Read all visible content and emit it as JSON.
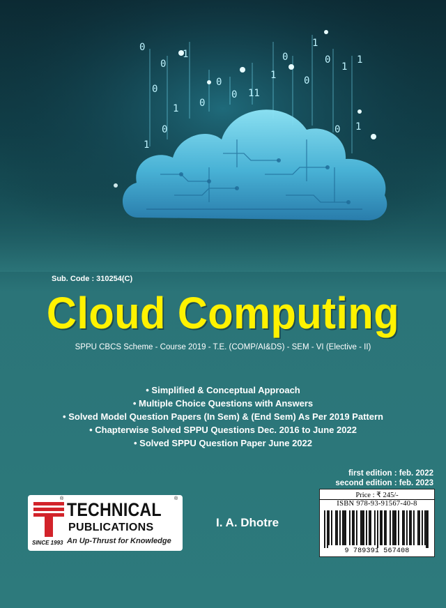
{
  "cover": {
    "sub_code": "Sub. Code : 310254(C)",
    "title": "Cloud Computing",
    "scheme": "SPPU CBCS Scheme - Course 2019 - T.E. (COMP/AI&DS) - SEM - VI (Elective - II)",
    "features": [
      "Simplified & Conceptual Approach",
      "Multiple Choice Questions with Answers",
      "Solved Model Question Papers (In Sem) & (End Sem) As Per 2019 Pattern",
      "Chapterwise Solved SPPU Questions Dec. 2016 to June 2022",
      "Solved SPPU Question Paper June 2022"
    ],
    "author": "I. A. Dhotre",
    "first_edition": "first edition : feb. 2022",
    "second_edition": "second edition : feb. 2023",
    "price": "Price : ₹  245/-",
    "isbn": "ISBN 978-93-91567-40-8",
    "barcode_digits": "9 789391 567408"
  },
  "publisher": {
    "name_line1": "TECHNICAL",
    "name_line2": "PUBLICATIONS",
    "since": "SINCE 1993",
    "tagline": "An Up-Thrust for Knowledge",
    "registered_mark": "®"
  },
  "art": {
    "binary_digits": [
      "0",
      "1",
      "0",
      "1",
      "1",
      "0",
      "1",
      "0",
      "1",
      "0",
      "1",
      "1",
      "0",
      "1",
      "0",
      "0",
      "1",
      "1",
      "0",
      "1"
    ]
  },
  "colors": {
    "title": "#fff200",
    "background": "#2d7a7c",
    "cloud": "#5ec8e6",
    "logo_red": "#d2232a"
  }
}
